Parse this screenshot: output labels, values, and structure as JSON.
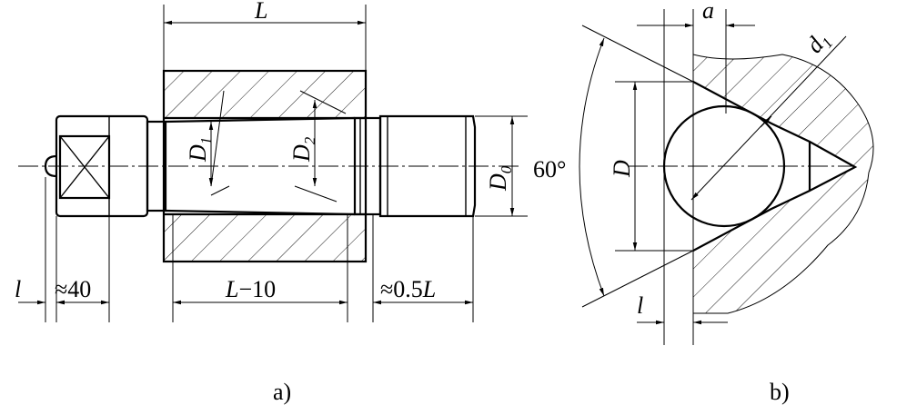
{
  "figure_a": {
    "dim_L": "L",
    "dim_D1": "D",
    "dim_D1_sub": "1",
    "dim_D2": "D",
    "dim_D2_sub": "2",
    "dim_D0": "D",
    "dim_D0_sub": "0",
    "dim_l": "l",
    "dim_40": "≈40",
    "dim_L10_a": "L",
    "dim_L10_b": "−10",
    "dim_05L_a": "≈0.5",
    "dim_05L_b": "L",
    "caption": "a)"
  },
  "figure_b": {
    "dim_a": "a",
    "dim_d1": "d",
    "dim_d1_sub": "1",
    "angle": "60°",
    "dim_D": "D",
    "dim_l": "l",
    "caption": "b)"
  }
}
